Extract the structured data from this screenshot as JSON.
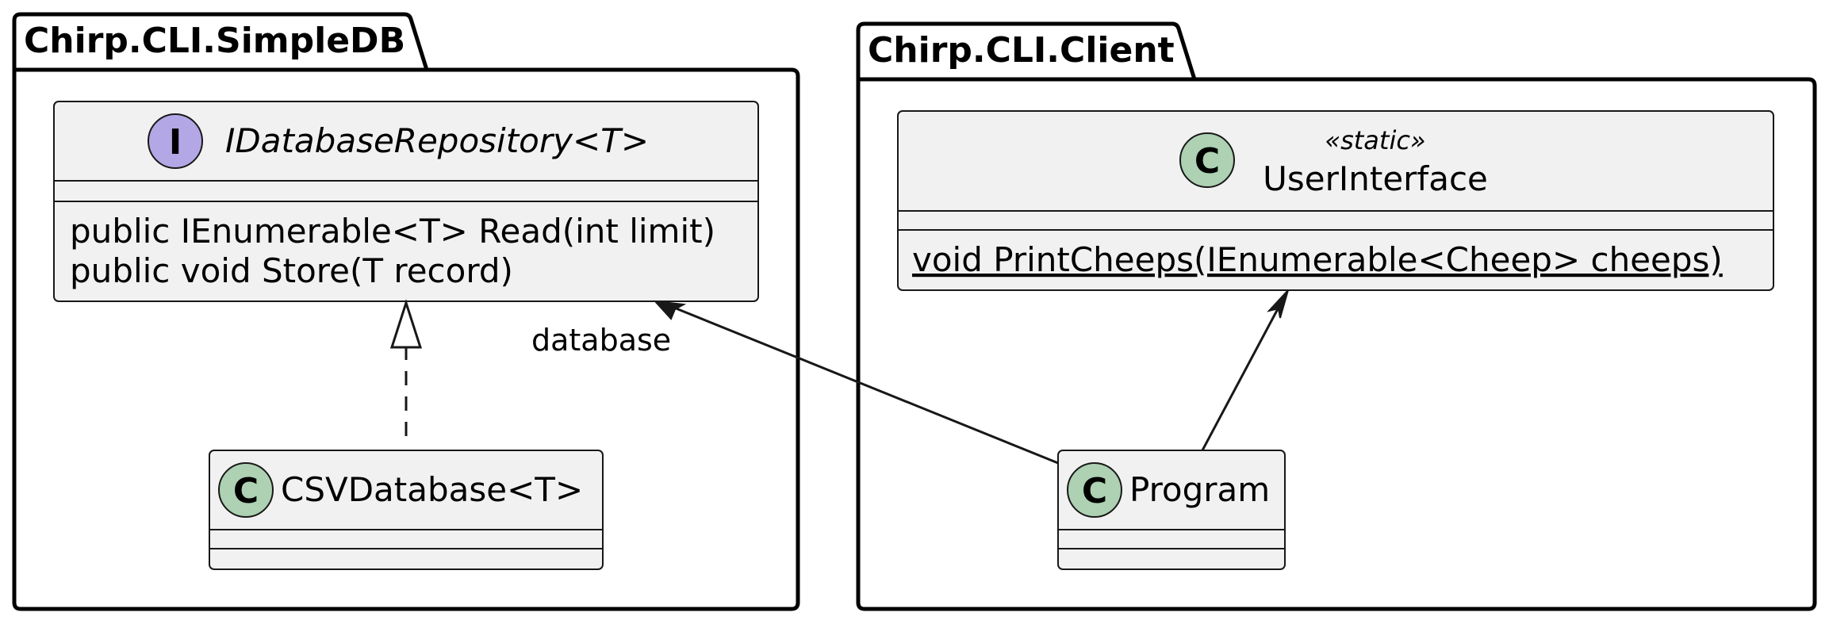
{
  "packages": {
    "simpledb": {
      "name": "Chirp.CLI.SimpleDB"
    },
    "client": {
      "name": "Chirp.CLI.Client"
    }
  },
  "classes": {
    "repository": {
      "kind": "interface",
      "badge": "I",
      "name": "IDatabaseRepository<T>",
      "methods": [
        "public IEnumerable<T> Read(int limit)",
        "public void Store(T record)"
      ]
    },
    "csv": {
      "kind": "class",
      "badge": "C",
      "name": "CSVDatabase<T>"
    },
    "ui": {
      "kind": "class",
      "badge": "C",
      "stereotype": "«static»",
      "name": "UserInterface",
      "methods": [
        "void PrintCheeps(IEnumerable<Cheep> cheeps)"
      ]
    },
    "program": {
      "kind": "class",
      "badge": "C",
      "name": "Program"
    }
  },
  "relations": {
    "database_label": "database"
  },
  "colors": {
    "class_fill": "#f1f1f1",
    "interface_badge": "#b4a7e5",
    "class_badge": "#add1b2",
    "line": "#181818"
  }
}
